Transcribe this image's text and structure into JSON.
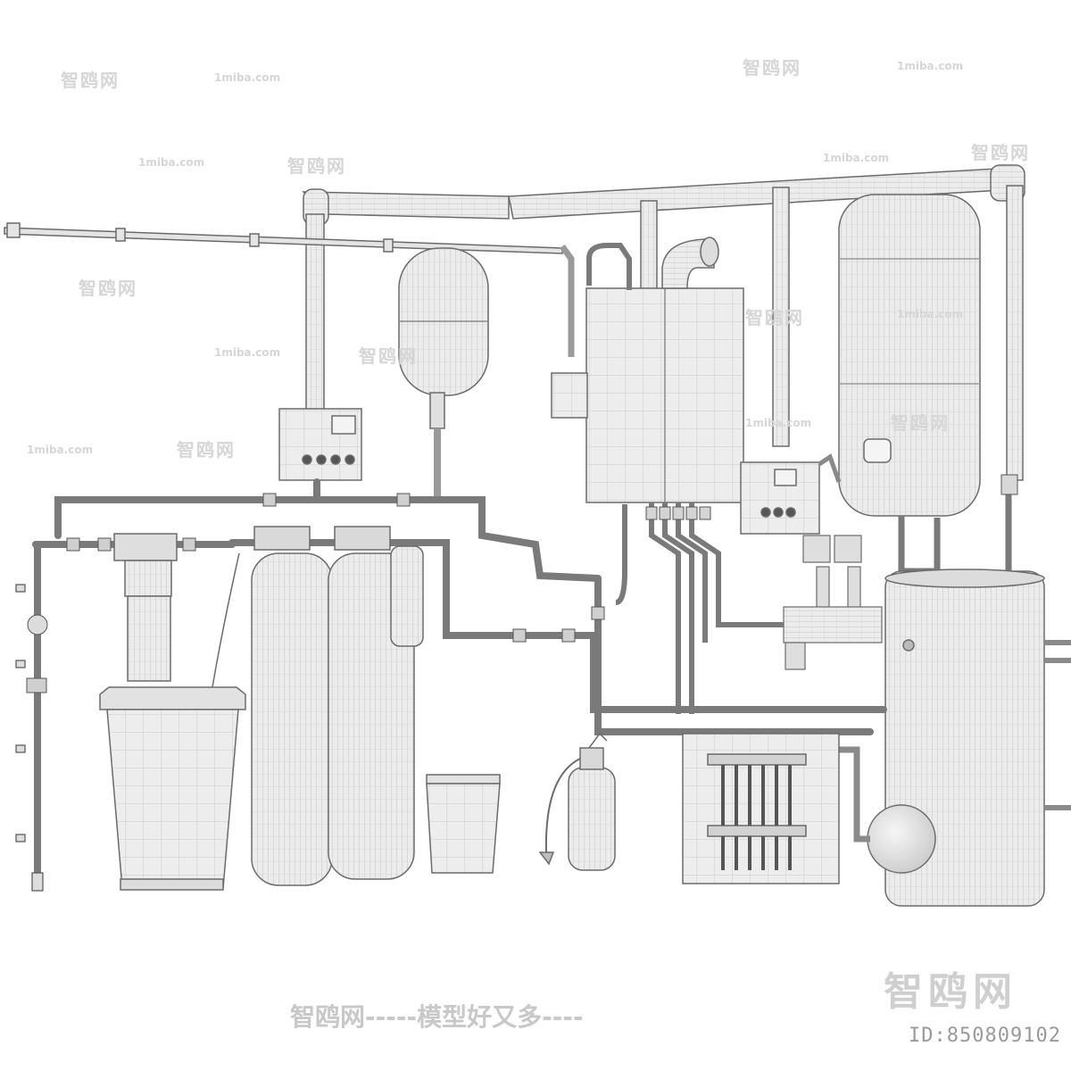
{
  "watermarks": {
    "site": "1miba.com",
    "brand_cjk": "智鸥网",
    "big_logo": "智鸥网",
    "bottom_slogan": "智鸥网-----模型好又多----",
    "model_id": "ID:850809102"
  },
  "colors": {
    "background": "#ffffff",
    "line": "#6b6b6b",
    "fill": "#ececec",
    "fill_dark": "#d8d8d8"
  }
}
